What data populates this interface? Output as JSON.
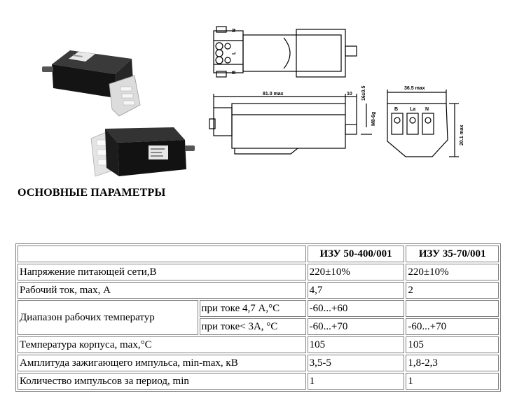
{
  "drawing": {
    "terminals": [
      "N",
      "L",
      "B"
    ],
    "dimensions": {
      "length": "81.0 max",
      "stud_length": "10",
      "stud_height": "16±0.5",
      "thread": "M8-6g",
      "width": "36.5 max",
      "height": "20.1 max"
    },
    "front_labels": [
      "B",
      "La",
      "N"
    ]
  },
  "heading": "ОСНОВНЫЕ ПАРАМЕТРЫ",
  "table": {
    "header": [
      "",
      "ИЗУ 50-400/001",
      "ИЗУ 35-70/001"
    ],
    "rows": {
      "voltage": {
        "label": "Напряжение питающей сети,В",
        "a": "220±10%",
        "b": "220±10%"
      },
      "current": {
        "label": "Рабочий ток, max, А",
        "a": "4,7",
        "b": "2"
      },
      "temp_range": {
        "label": "Диапазон рабочих температур",
        "sub1": {
          "label": "при токе 4,7 А,°С",
          "a": "-60...+60",
          "b": ""
        },
        "sub2": {
          "label": "при токе< 3А, °С",
          "a": "-60...+70",
          "b": "-60...+70"
        }
      },
      "case_temp": {
        "label": "Температура корпуса, max,°С",
        "a": "105",
        "b": "105"
      },
      "amplitude": {
        "label": "Амплитуда зажигающего импульса, min-max, кВ",
        "a": "3,5-5",
        "b": "1,8-2,3"
      },
      "pulses": {
        "label": "Количество импульсов за период, min",
        "a": "1",
        "b": "1"
      }
    }
  }
}
